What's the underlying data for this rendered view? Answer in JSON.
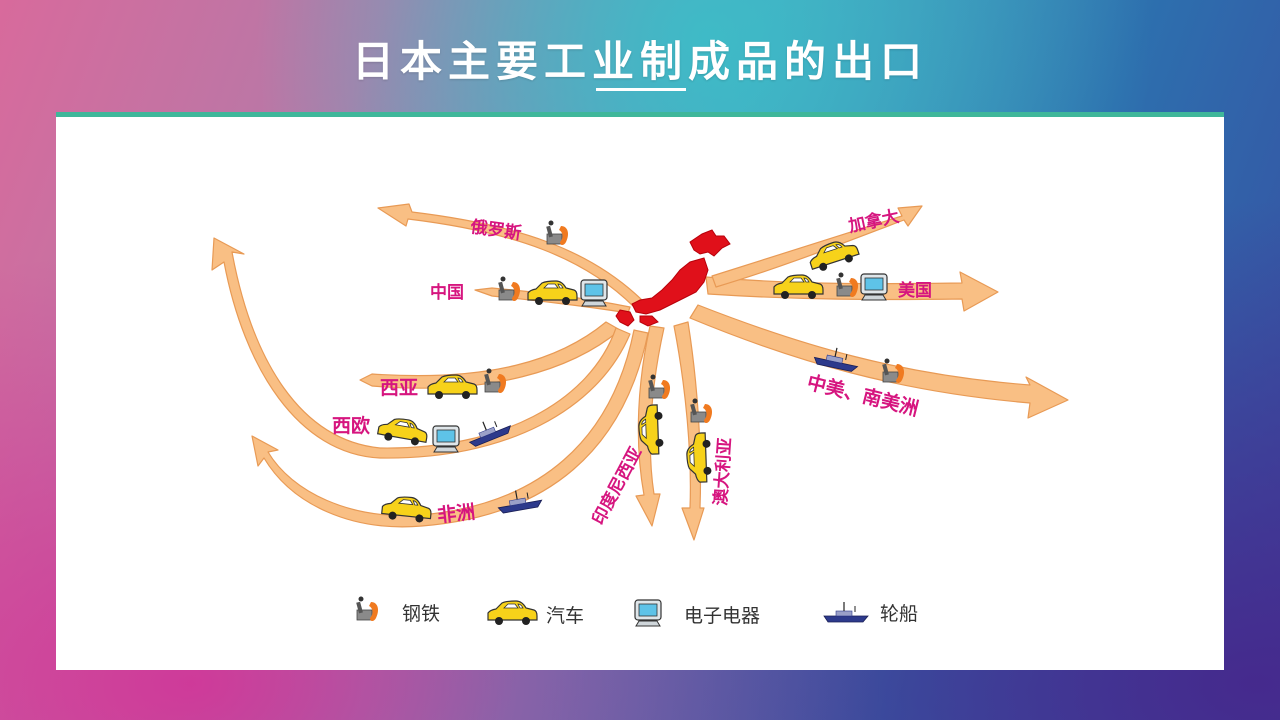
{
  "title": "日本主要工业制成品的出口",
  "destinations": {
    "russia": "俄罗斯",
    "canada": "加拿大",
    "china": "中国",
    "usa": "美国",
    "west_asia": "西亚",
    "west_europe": "西欧",
    "latin_america": "中美、南美洲",
    "africa": "非洲",
    "indonesia": "印度尼西亚",
    "australia": "澳大利亚"
  },
  "legend": {
    "steel": "钢铁",
    "car": "汽车",
    "electronics": "电子电器",
    "ship": "轮船"
  },
  "colors": {
    "arrow_fill": "#f9bf84",
    "arrow_stroke": "#e89a55",
    "label": "#d6157f",
    "japan": "#e0101a",
    "panel_border": "#3fb79a"
  }
}
